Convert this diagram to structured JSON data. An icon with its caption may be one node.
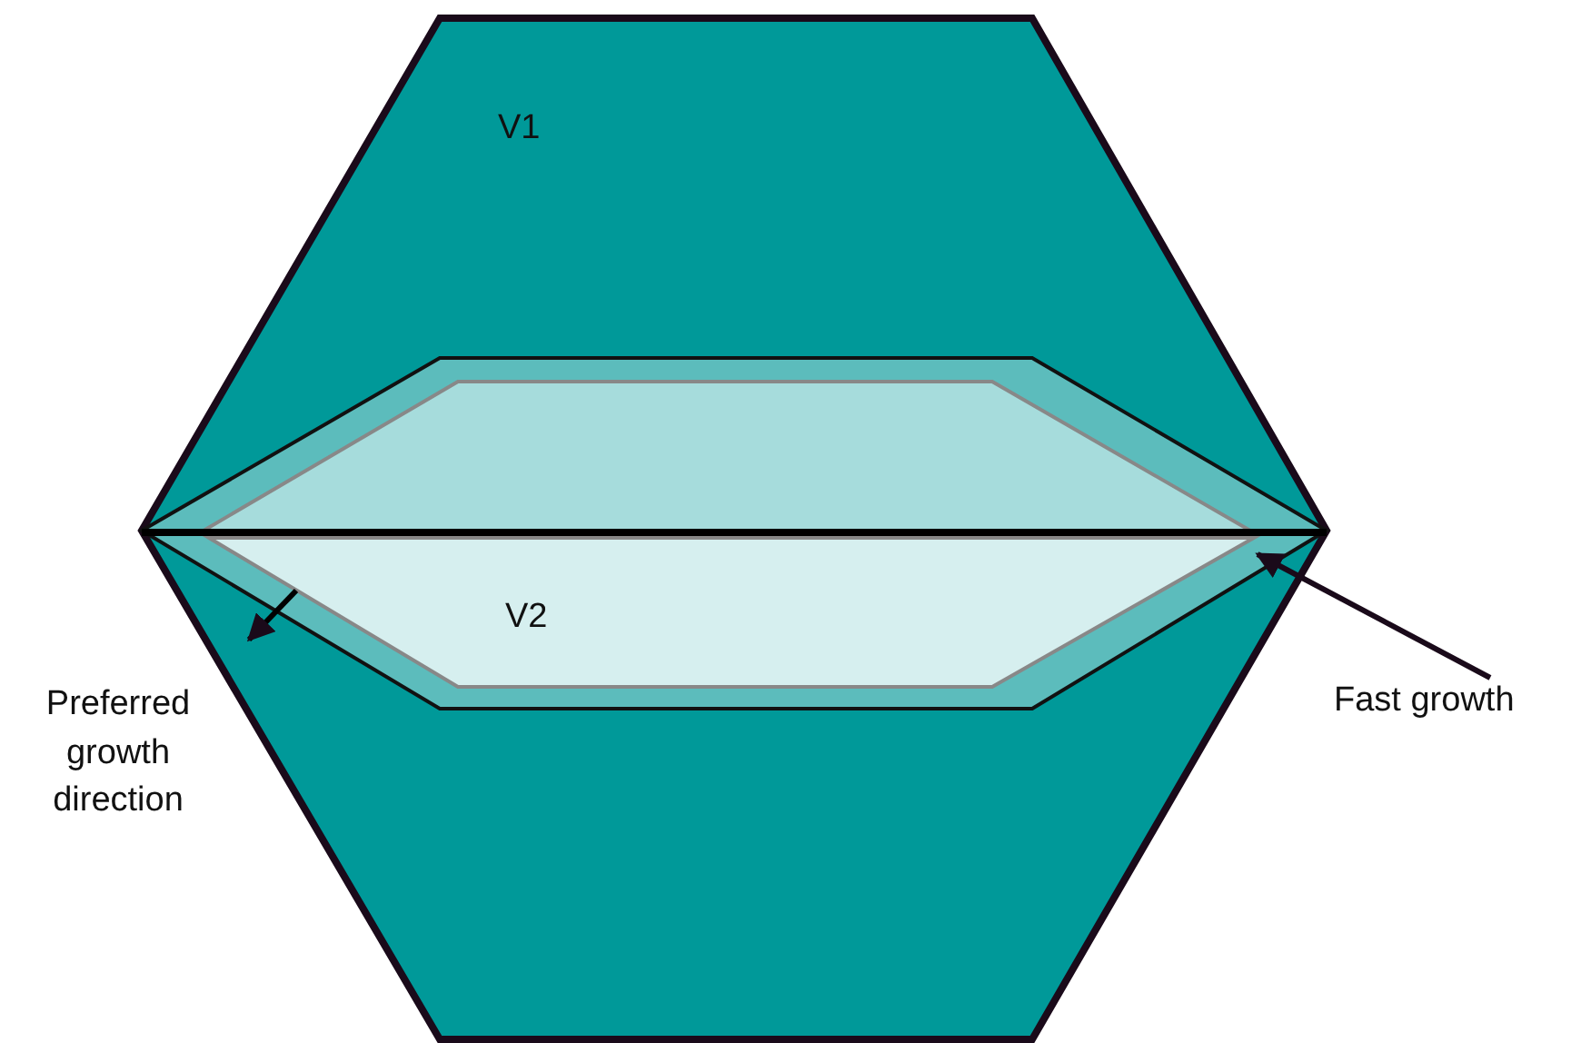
{
  "diagram": {
    "nodes": [
      {
        "text": [
          "V1"
        ]
      },
      {
        "text": [
          "V2"
        ],
        "in": 0
      },
      {
        "text": [
          "Fast growth"
        ]
      }
    ],
    "edges": [
      {
        "from": 2,
        "to": 1,
        "arrow": "to"
      }
    ],
    "labels": [
      "Preferred growth direction"
    ]
  }
}
